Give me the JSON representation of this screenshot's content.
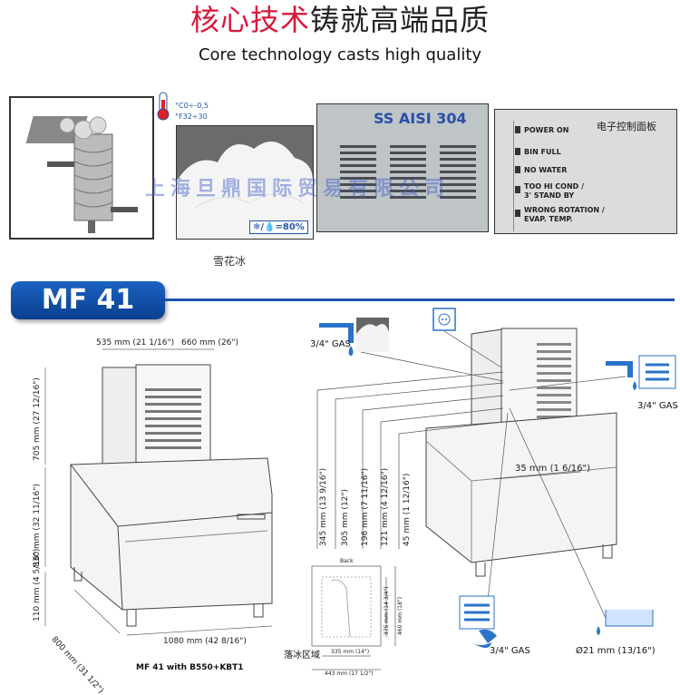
{
  "header": {
    "title_red": "核心技术",
    "title_dark": "铸就高端品质",
    "subtitle": "Core technology casts high quality"
  },
  "features": {
    "temp_range_1": "°C0÷-0,5",
    "temp_range_2": "°F32÷30",
    "humidity_badge": "=80%",
    "steel_label": "SS AISI 304",
    "control_panel_label": "电子控制面板",
    "control_panel_items": [
      "POWER ON",
      "BIN FULL",
      "NO WATER",
      "TOO HI COND /",
      "3' STAND BY",
      "WRONG ROTATION /",
      "EVAP. TEMP."
    ],
    "snow_caption": "雪花冰"
  },
  "watermark": "上海旦鼎国际贸易有限公司",
  "model": {
    "name": "MF 41"
  },
  "left_drawing": {
    "width_top": "535 mm (21 1/16\")",
    "depth_top": "660 mm (26\")",
    "height_top": "705 mm (27 12/16\")",
    "height_bin": "830 mm (32 11/16\")",
    "height_legs": "110 mm (4 5/16\")",
    "depth_bin": "800 mm (31 1/2\")",
    "width_bin": "1080 mm (42 8/16\")",
    "caption": "MF 41 with B550+KBT1"
  },
  "right_drawing": {
    "gas_top_left": "3/4\" GAS",
    "gas_right": "3/4\" GAS",
    "gas_bottom": "3/4\" GAS",
    "drain": "Ø21 mm (13/16\")",
    "offset": "35 mm (1 6/16\")",
    "heights": [
      "345 mm (13 9/16\")",
      "305 mm (12\")",
      "196 mm (7 11/16\")",
      "121 mm (4 12/16\")",
      "45 mm (1 12/16\")"
    ],
    "drop_zone_label": "落冰区域",
    "drop_zone_back": "Back",
    "drop_zone_w1": "335 mm (14\")",
    "drop_zone_w2": "443 mm (17 1/2\")",
    "drop_zone_d1": "375 mm (14 3/4\")",
    "drop_zone_d2": "460 mm (18\")"
  }
}
